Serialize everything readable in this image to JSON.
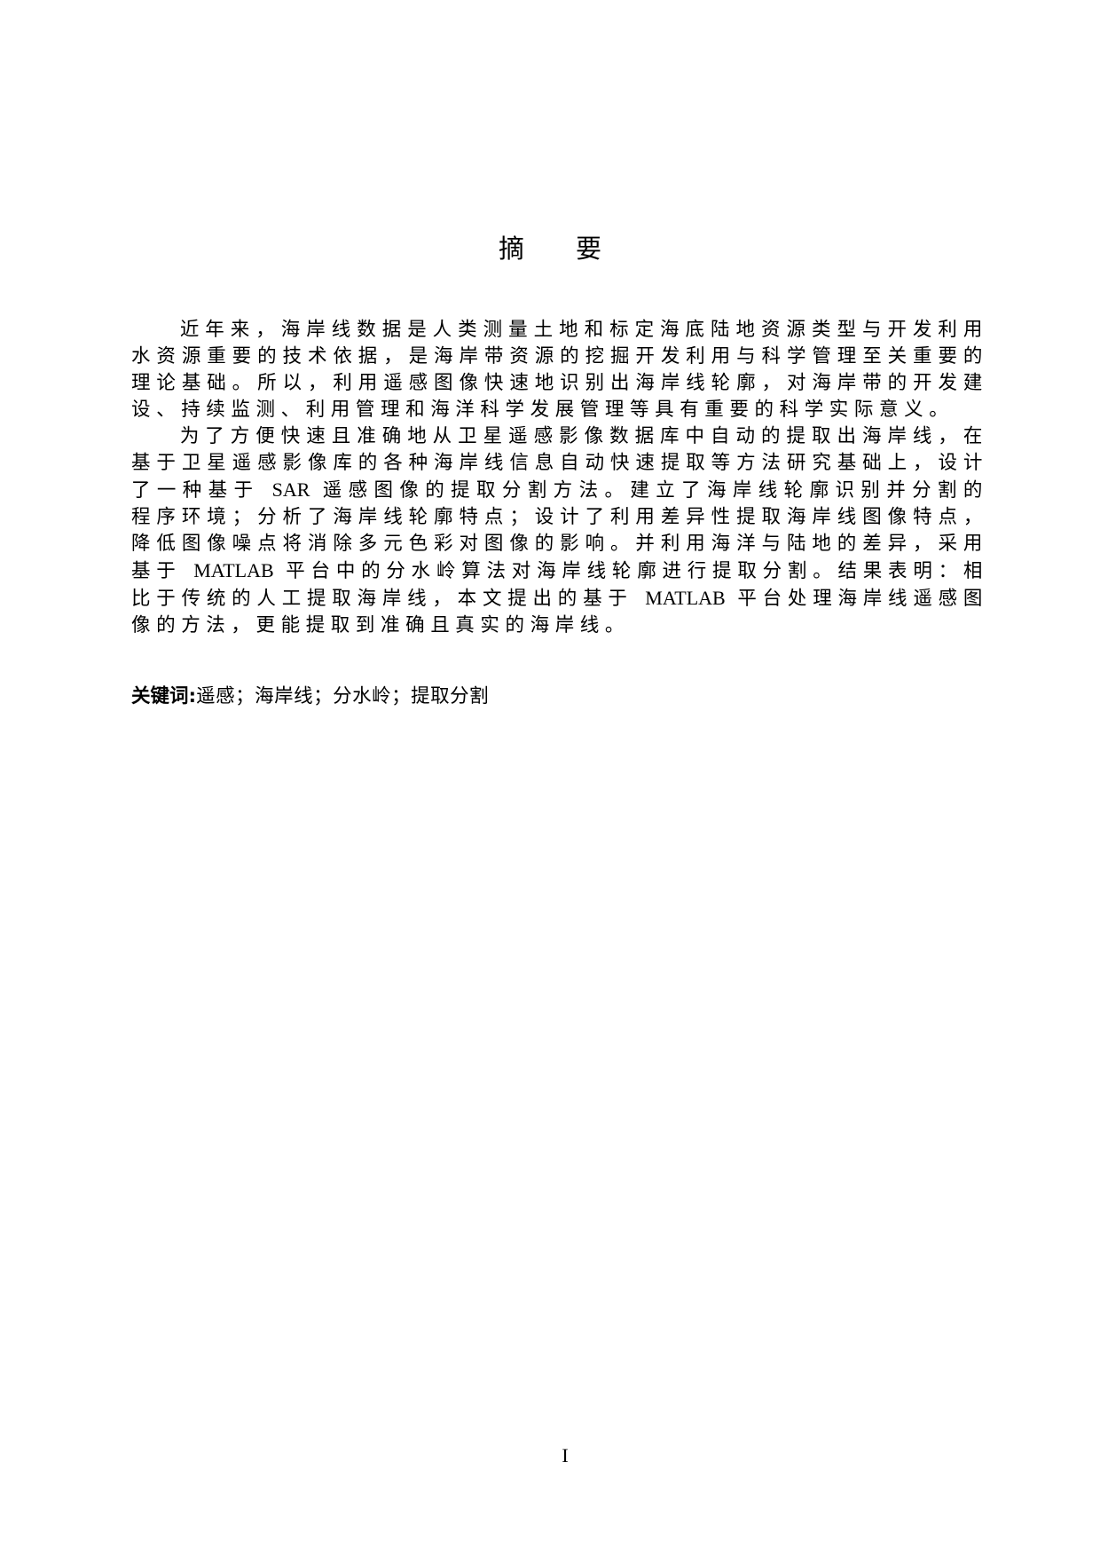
{
  "document": {
    "title_chars": [
      "摘",
      "要"
    ],
    "title": "摘 要",
    "paragraphs": [
      {
        "segments": [
          {
            "text": "近年来，海岸线数据是人类测量土地和标定海底陆地资源类型与开发利用水资源重要的技术依据，是海岸带资源的挖掘开发利用与科学管理至关重要的理论基础。所以，利用遥感图像快速地识别出海岸线轮廓，对海岸带的开发建设、持续监测、利用管理和海洋科学发展管理等具有重要的科学实际意义。",
            "latin": false
          }
        ]
      },
      {
        "segments": [
          {
            "text": "为了方便快速且准确地从卫星遥感影像数据库中自动的提取出海岸线，在基于卫星遥感影像库的各种海岸线信息自动快速提取等方法研究基础上，设计了一种基于 ",
            "latin": false
          },
          {
            "text": "SAR",
            "latin": true
          },
          {
            "text": " 遥感图像的提取分割方法。建立了海岸线轮廓识别并分割的程序环境；分析了海岸线轮廓特点；设计了利用差异性提取海岸线图像特点，降低图像噪点将消除多元色彩对图像的影响。并利用海洋与陆地的差异，采用基于 ",
            "latin": false
          },
          {
            "text": "MATLAB",
            "latin": true
          },
          {
            "text": " 平台中的分水岭算法对海岸线轮廓进行提取分割。结果表明：相比于传统的人工提取海岸线，本文提出的基于 ",
            "latin": false
          },
          {
            "text": "MATLAB",
            "latin": true
          },
          {
            "text": " 平台处理海岸线遥感图像的方法，更能提取到准确且真实的海岸线。",
            "latin": false
          }
        ]
      }
    ],
    "keywords": {
      "label": "关键词:",
      "values": "遥感；海岸线；分水岭；提取分割",
      "items": [
        "遥感",
        "海岸线",
        "分水岭",
        "提取分割"
      ]
    },
    "page_number": "I"
  }
}
